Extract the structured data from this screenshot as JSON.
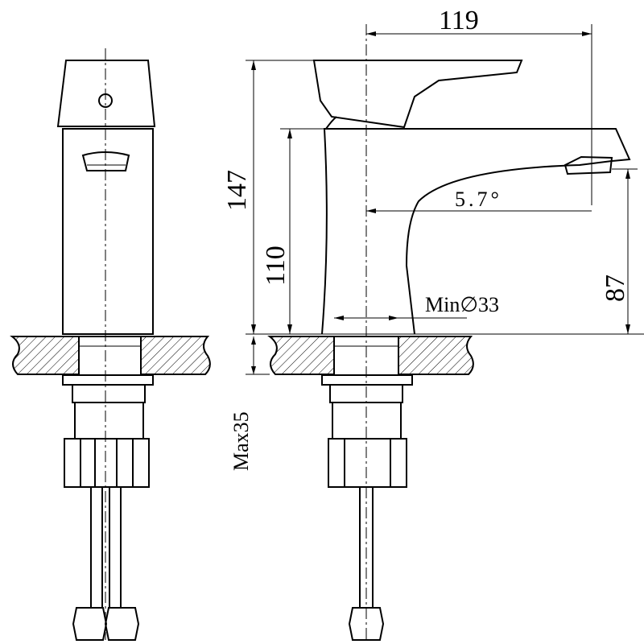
{
  "dimensions": {
    "width_total": "119",
    "height_total": "147",
    "spout_height": "110",
    "spout_clearance": "87",
    "spout_angle": "5.7°",
    "min_hole": "Min∅33",
    "max_thickness": "Max35"
  }
}
